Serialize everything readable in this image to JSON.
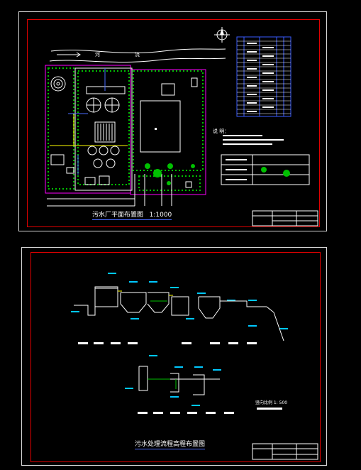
{
  "sheet1": {
    "title": "污水厂平面布置图",
    "scale": "1:1000",
    "river_text_1": "河",
    "river_text_2": "流",
    "notes_label": "说  明："
  },
  "sheet2": {
    "title": "污水处理流程高程布置图",
    "scale": "竖向比例 1: 500"
  },
  "colors": {
    "sheet_border": "#d8d8d8",
    "frame": "#e00000",
    "tree": "#00c000",
    "wall": "#ff00ff",
    "road": "#ffffff",
    "table": "#3a5cff",
    "pipe": "#ffff00",
    "level_tag": "#00c8ff"
  }
}
